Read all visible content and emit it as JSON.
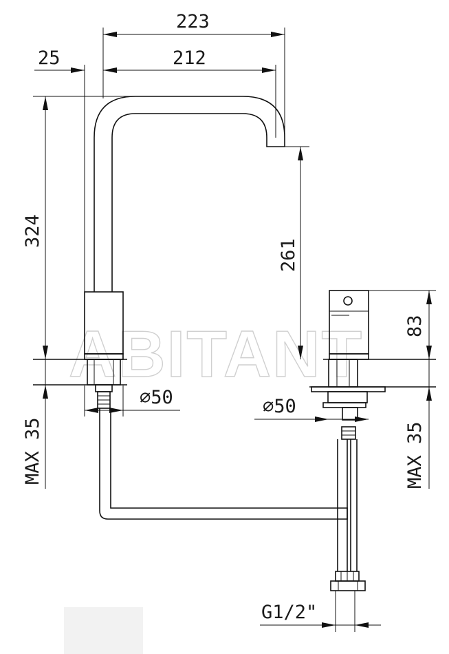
{
  "dimensions": {
    "total_reach": "223",
    "spout_reach": "212",
    "body_offset": "25",
    "total_height": "324",
    "spout_clearance": "261",
    "handle_height": "83",
    "diameter_spout": "⌀50",
    "diameter_handle": "⌀50",
    "max_deck_left": "MAX 35",
    "max_deck_right": "MAX 35",
    "connection": "G1/2\""
  },
  "watermark": "ABITANT"
}
